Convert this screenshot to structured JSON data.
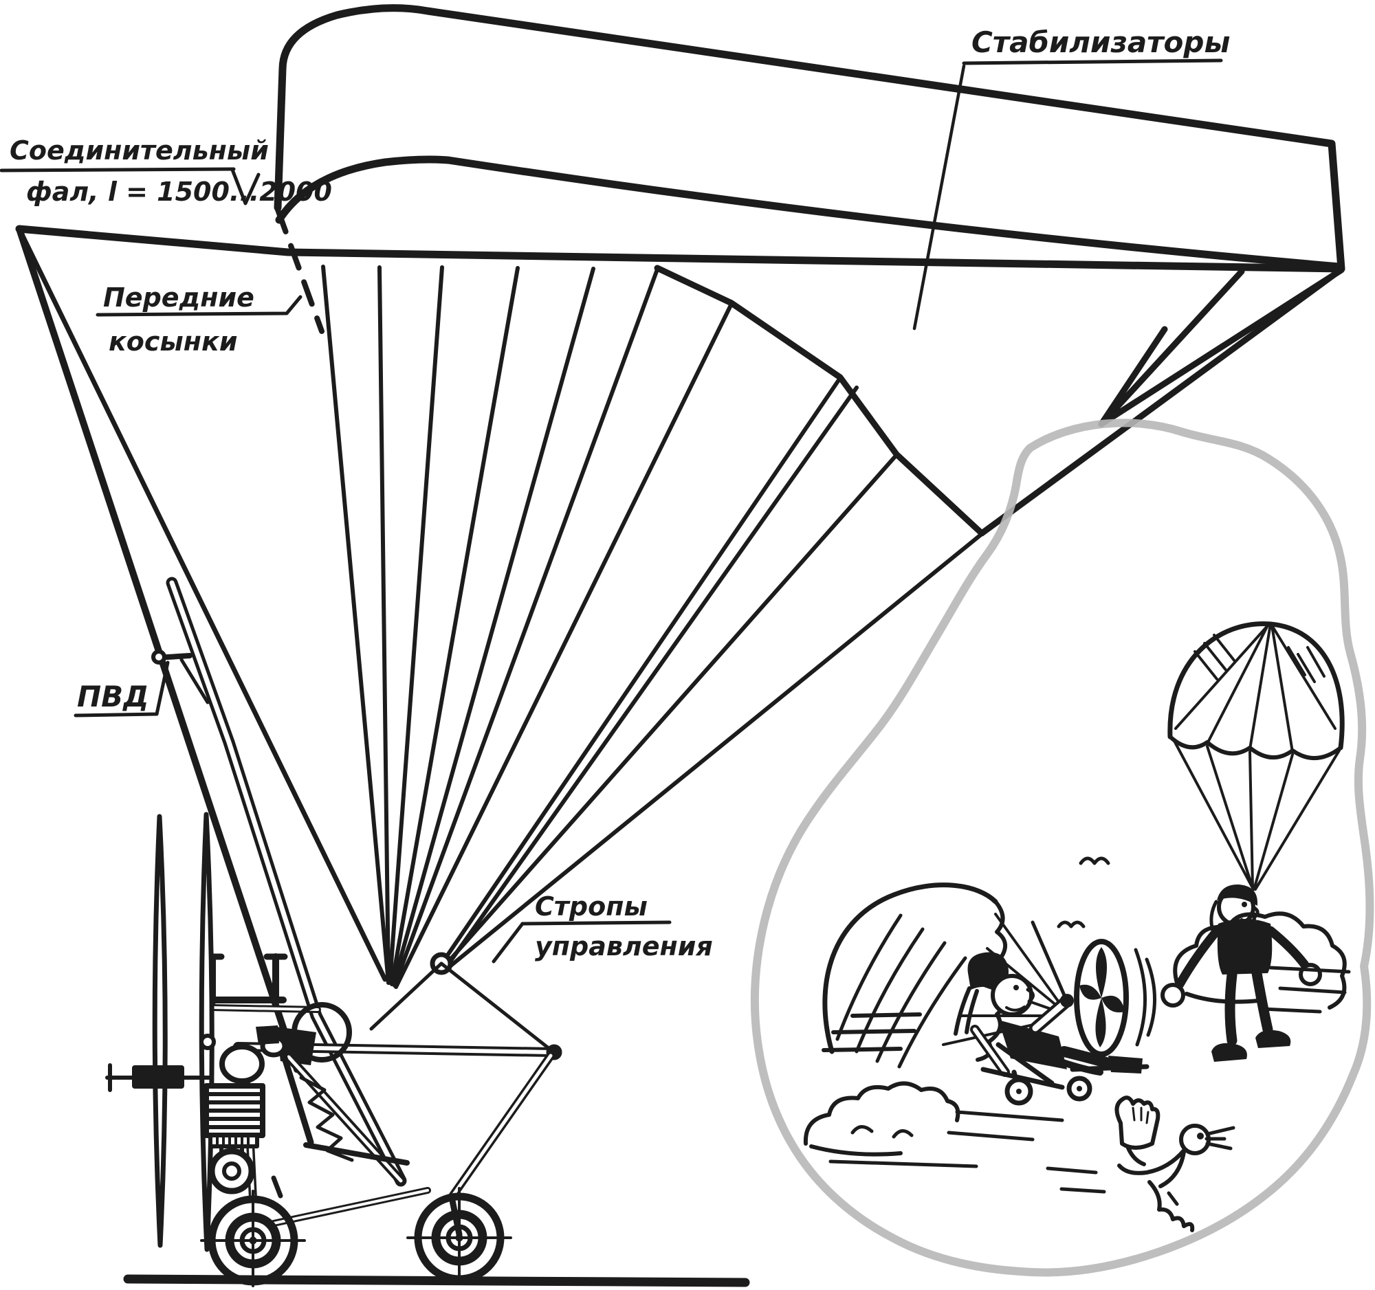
{
  "figure": {
    "type": "technical-line-illustration",
    "subject": "towed powered paraglider trike (parachute-wing microlight), side view with part labels and humorous cartoon vignette",
    "background_color": "#ffffff",
    "ink_color": "#1c1c1c",
    "cloud_border_color": "#b7b7b7",
    "labels": {
      "stabilizers": "Стабилизаторы",
      "connecting_lanyard_line1": "Соединительный",
      "connecting_lanyard_line2": "фал, l = 1500...2000",
      "front_gussets_line1": "Передние",
      "front_gussets_line2": "косынки",
      "pitot_tube": "ПВД",
      "control_lines_line1": "Стропы",
      "control_lines_line2": "управления"
    },
    "cartoon": {
      "elements": [
        "parachutist",
        "flying trike rider with propeller",
        "bird giving thumbs-up",
        "clouds with speed lines"
      ]
    }
  }
}
